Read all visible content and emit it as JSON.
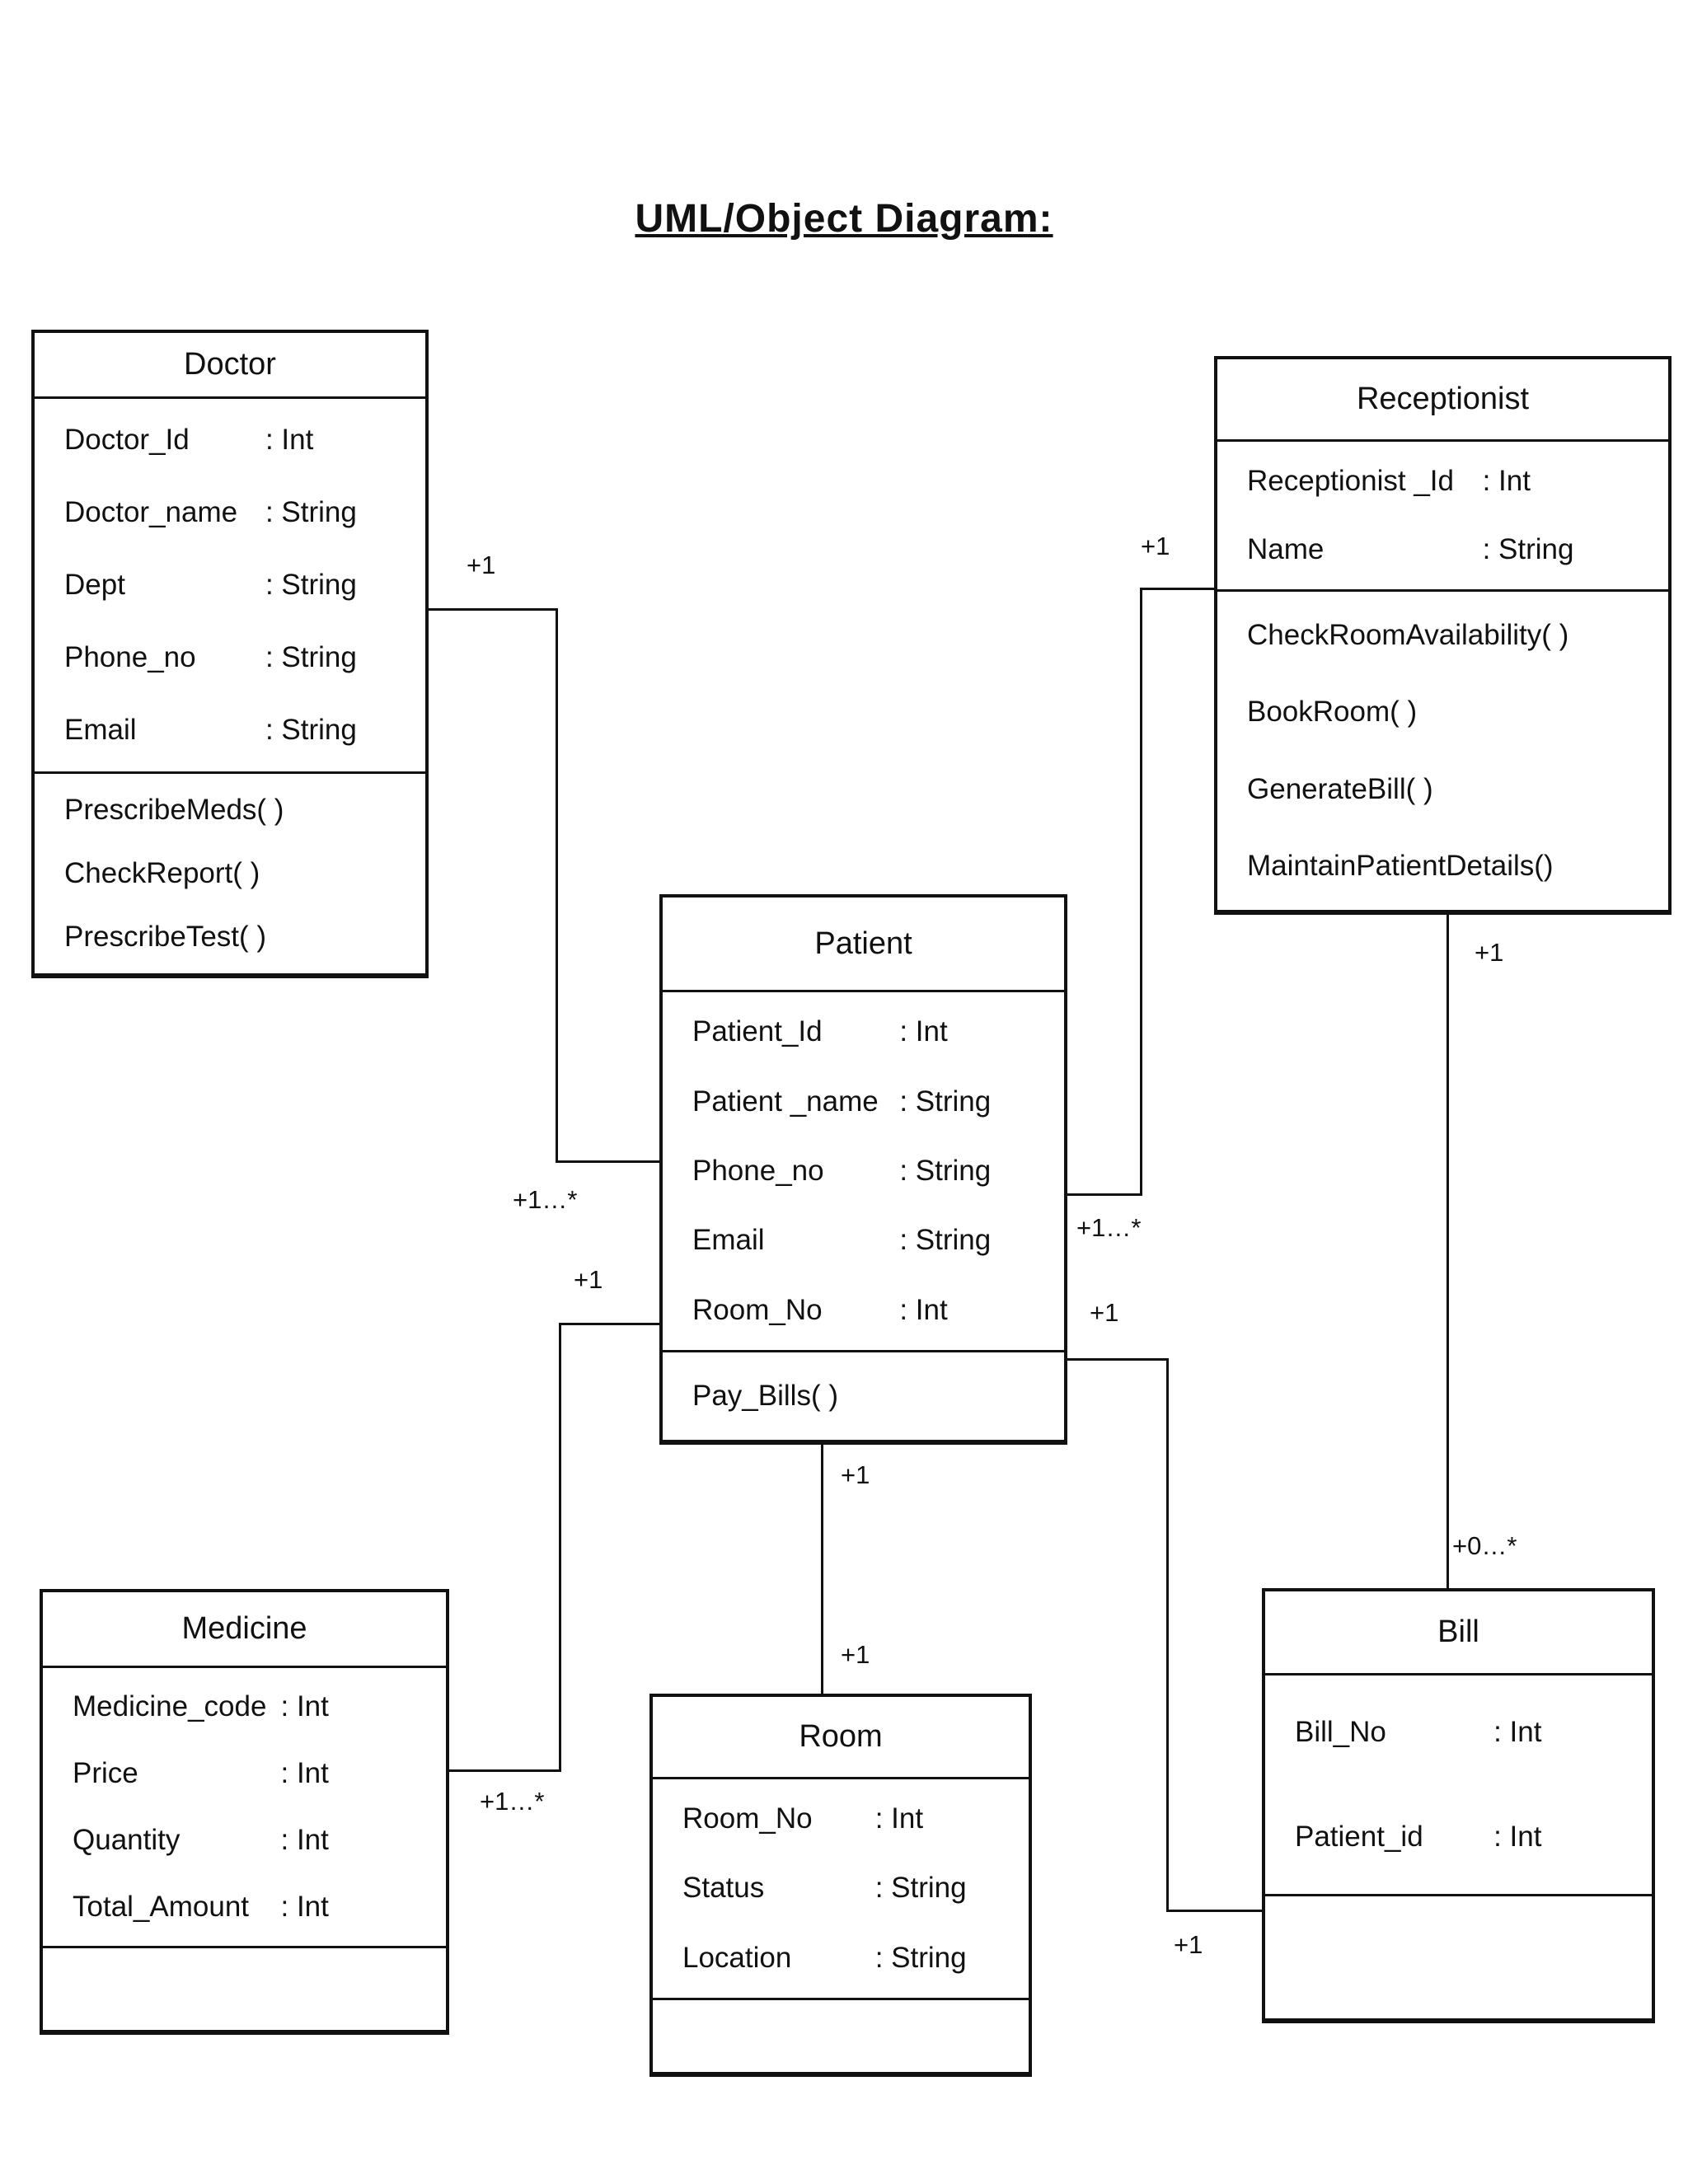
{
  "page": {
    "title": "UML/Object Diagram:"
  },
  "classes": [
    {
      "id": "doctor",
      "name": "Doctor",
      "attributes": [
        {
          "name": "Doctor_Id",
          "type": ":  Int"
        },
        {
          "name": "Doctor_name",
          "type": ":  String"
        },
        {
          "name": "Dept",
          "type": ":  String"
        },
        {
          "name": "Phone_no",
          "type": ":  String"
        },
        {
          "name": "Email",
          "type": ":  String"
        }
      ],
      "methods": [
        "PrescribeMeds( )",
        "CheckReport( )",
        "PrescribeTest( )"
      ]
    },
    {
      "id": "receptionist",
      "name": "Receptionist",
      "attributes": [
        {
          "name": "Receptionist _Id",
          "type": ":  Int"
        },
        {
          "name": "Name",
          "type": ":  String"
        }
      ],
      "methods": [
        "CheckRoomAvailability( )",
        "BookRoom( )",
        "GenerateBill( )",
        "MaintainPatientDetails()"
      ]
    },
    {
      "id": "patient",
      "name": "Patient",
      "attributes": [
        {
          "name": "Patient_Id",
          "type": ":  Int"
        },
        {
          "name": "Patient _name",
          "type": ":  String"
        },
        {
          "name": "Phone_no",
          "type": ":  String"
        },
        {
          "name": "Email",
          "type": ":  String"
        },
        {
          "name": "Room_No",
          "type": ":  Int"
        }
      ],
      "methods": [
        "Pay_Bills( )"
      ]
    },
    {
      "id": "medicine",
      "name": "Medicine",
      "attributes": [
        {
          "name": "Medicine_code",
          "type": ":  Int"
        },
        {
          "name": "Price",
          "type": ":  Int"
        },
        {
          "name": "Quantity",
          "type": ":  Int"
        },
        {
          "name": "Total_Amount",
          "type": ":  Int"
        }
      ],
      "methods": []
    },
    {
      "id": "room",
      "name": "Room",
      "attributes": [
        {
          "name": "Room_No",
          "type": ":  Int"
        },
        {
          "name": "Status",
          "type": ": String"
        },
        {
          "name": "Location",
          "type": ": String"
        }
      ],
      "methods": []
    },
    {
      "id": "bill",
      "name": "Bill",
      "attributes": [
        {
          "name": "Bill_No",
          "type": ":  Int"
        },
        {
          "name": "Patient_id",
          "type": ":  Int"
        }
      ],
      "methods": []
    }
  ],
  "connectors": {
    "doctor_patient": {
      "start_label": "+1",
      "end_label": "+1…*"
    },
    "patient_medicine": {
      "start_label": "+1",
      "end_label": "+1…*"
    },
    "patient_room": {
      "start_label": "+1",
      "end_label": "+1"
    },
    "patient_receptionist": {
      "start_label": "+1…*",
      "end_label": "+1"
    },
    "patient_bill": {
      "start_label": "+1",
      "end_label": "+1"
    },
    "receptionist_bill": {
      "start_label": "+1",
      "end_label": "+0…*"
    }
  }
}
